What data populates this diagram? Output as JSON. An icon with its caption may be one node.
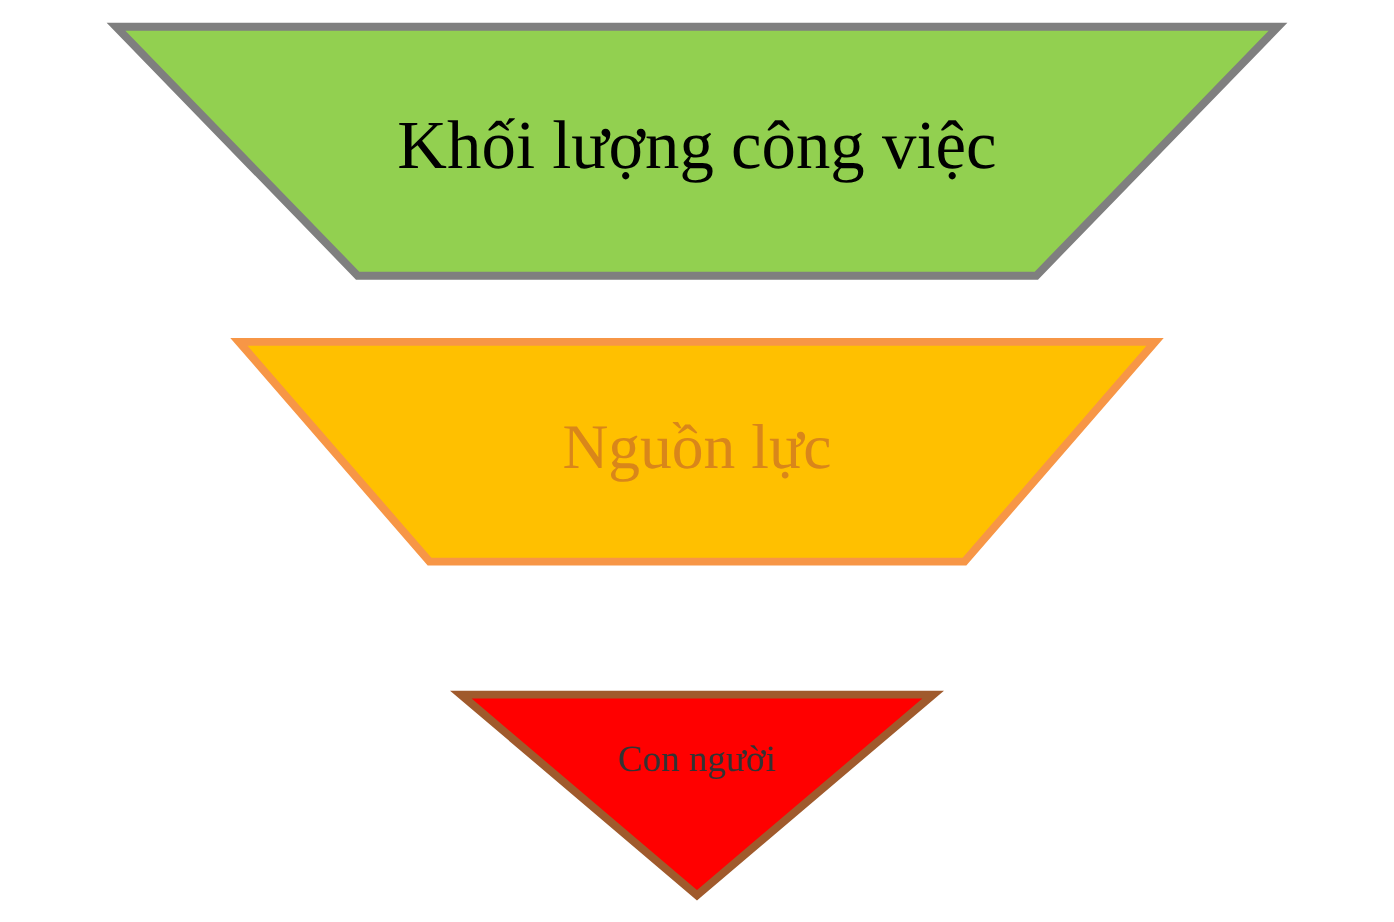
{
  "diagram": {
    "nodes": [
      {
        "text": [
          "Khối lượng công việc"
        ]
      },
      {
        "text": [
          "Nguồn lực"
        ]
      },
      {
        "text": [
          "Con người"
        ]
      }
    ]
  }
}
